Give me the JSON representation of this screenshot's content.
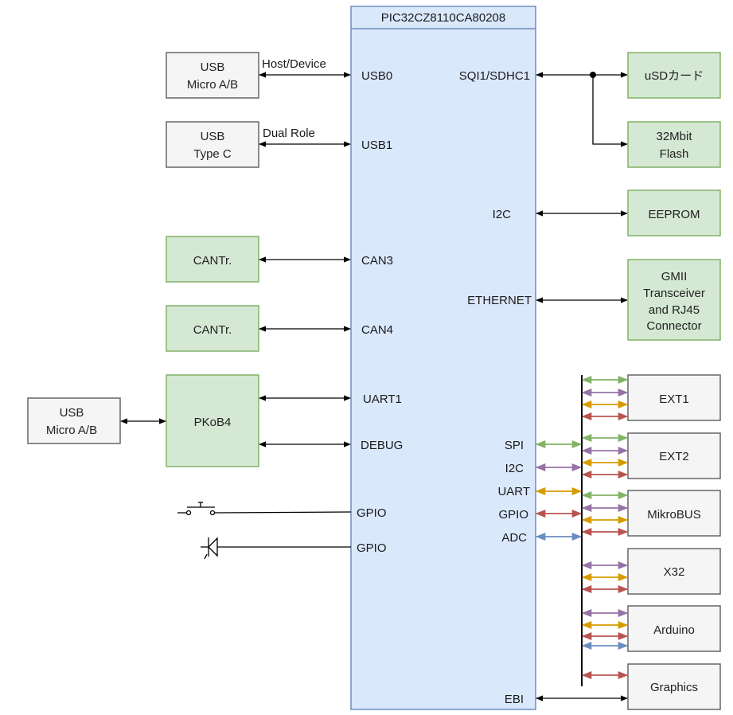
{
  "chip": {
    "title": "PIC32CZ8110CA80208",
    "left_pins": [
      "USB0",
      "USB1",
      "CAN3",
      "CAN4",
      "UART1",
      "DEBUG",
      "GPIO",
      "GPIO"
    ],
    "right_pins": [
      "SQI1/SDHC1",
      "I2C",
      "ETHERNET",
      "SPI",
      "I2C",
      "UART",
      "GPIO",
      "ADC",
      "EBI"
    ]
  },
  "left_blocks": {
    "usb0": {
      "line1": "USB",
      "line2": "Micro A/B",
      "link_label": "Host/Device"
    },
    "usb1": {
      "line1": "USB",
      "line2": "Type C",
      "link_label": "Dual Role"
    },
    "can3": {
      "label": "CANTr."
    },
    "can4": {
      "label": "CANTr."
    },
    "pkob": {
      "label": "PKoB4"
    },
    "pkob_usb": {
      "line1": "USB",
      "line2": "Micro A/B"
    },
    "button": {
      "icon": "push-button-switch-icon"
    },
    "led": {
      "icon": "led-diode-icon"
    }
  },
  "right_blocks": {
    "usd": {
      "label": "uSDカード"
    },
    "flash": {
      "line1": "32Mbit",
      "line2": "Flash"
    },
    "eeprom": {
      "label": "EEPROM"
    },
    "gmii": {
      "lines": [
        "GMII",
        "Transceiver",
        "and RJ45",
        "Connector"
      ]
    },
    "ext1": {
      "label": "EXT1",
      "buses": [
        "SPI",
        "I2C",
        "UART",
        "GPIO"
      ]
    },
    "ext2": {
      "label": "EXT2",
      "buses": [
        "SPI",
        "I2C",
        "UART",
        "GPIO"
      ]
    },
    "mikrobus": {
      "label": "MikroBUS",
      "buses": [
        "SPI",
        "I2C",
        "UART",
        "GPIO"
      ]
    },
    "x32": {
      "label": "X32",
      "buses": [
        "I2C",
        "UART",
        "GPIO"
      ]
    },
    "arduino": {
      "label": "Arduino",
      "buses": [
        "I2C",
        "UART",
        "GPIO",
        "ADC"
      ]
    },
    "graphics": {
      "label": "Graphics",
      "buses": [
        "GPIO"
      ]
    }
  },
  "bus_colors": {
    "SPI": "#82b366",
    "I2C": "#9673a6",
    "UART": "#d79b00",
    "GPIO": "#b85450",
    "ADC": "#6c8ebf"
  },
  "colors": {
    "chip_fill": "#dae8fc",
    "chip_stroke": "#6c8ebf",
    "green_fill": "#d5e8d4",
    "green_stroke": "#82b366",
    "gray_fill": "#f5f5f5",
    "gray_stroke": "#666666"
  }
}
